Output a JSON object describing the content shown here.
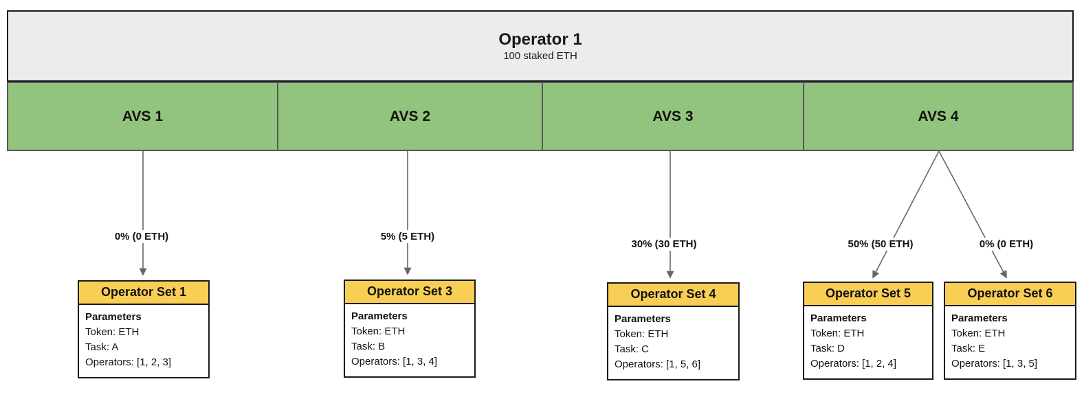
{
  "colors": {
    "operator_fill": "#ececec",
    "avs_fill": "#93c47d",
    "set_header_fill": "#f8ce55",
    "arrow_line": "#666666",
    "border_dark": "#1a1a1a",
    "avs_border": "#55585a"
  },
  "operator": {
    "title": "Operator 1",
    "subtitle": "100 staked ETH"
  },
  "avs_list": [
    {
      "label": "AVS 1"
    },
    {
      "label": "AVS 2"
    },
    {
      "label": "AVS 3"
    },
    {
      "label": "AVS 4"
    }
  ],
  "allocations": [
    {
      "label": "0% (0 ETH)",
      "from": "AVS 1",
      "to": "Operator Set 1"
    },
    {
      "label": "5% (5 ETH)",
      "from": "AVS 2",
      "to": "Operator Set 3"
    },
    {
      "label": "30% (30 ETH)",
      "from": "AVS 3",
      "to": "Operator Set 4"
    },
    {
      "label": "50% (50 ETH)",
      "from": "AVS 4",
      "to": "Operator Set 5"
    },
    {
      "label": "0% (0 ETH)",
      "from": "AVS 4",
      "to": "Operator Set 6"
    }
  ],
  "operator_sets": [
    {
      "title": "Operator Set 1",
      "params_heading": "Parameters",
      "lines": [
        "Token: ETH",
        "Task: A",
        "Operators: [1, 2, 3]"
      ]
    },
    {
      "title": "Operator Set 3",
      "params_heading": "Parameters",
      "lines": [
        "Token: ETH",
        "Task: B",
        "Operators: [1, 3, 4]"
      ]
    },
    {
      "title": "Operator Set 4",
      "params_heading": "Parameters",
      "lines": [
        "Token: ETH",
        "Task: C",
        "Operators: [1, 5, 6]"
      ]
    },
    {
      "title": "Operator Set 5",
      "params_heading": "Parameters",
      "lines": [
        "Token: ETH",
        "Task: D",
        "Operators: [1, 2, 4]"
      ]
    },
    {
      "title": "Operator Set 6",
      "params_heading": "Parameters",
      "lines": [
        "Token: ETH",
        "Task: E",
        "Operators: [1, 3, 5]"
      ]
    }
  ]
}
